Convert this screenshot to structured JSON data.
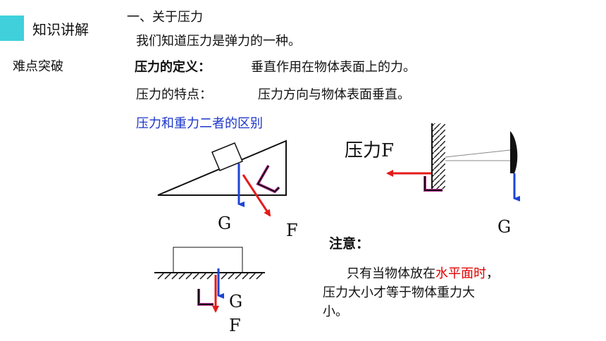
{
  "colors": {
    "accent": "#3fd0dc",
    "arrow_blue": "#1c44d6",
    "arrow_red": "#e51a1a",
    "bracket": "#c0309a",
    "text_blue": "#1a35c9",
    "text_red": "#e00000"
  },
  "header": {
    "section_label": "知识讲解",
    "side_label": "难点突破"
  },
  "content": {
    "heading": "一、关于压力",
    "line1": "我们知道压力是弹力的一种。",
    "definition_label": "压力的定义：",
    "definition_text": "垂直作用在物体表面上的力。",
    "feature_label": "压力的特点：",
    "feature_text": "压力方向与物体表面垂直。",
    "difference_title": "压力和重力二者的区别"
  },
  "diagrams": {
    "incline": {
      "g_label": "G",
      "f_label": "F"
    },
    "wall": {
      "force_label": "压力F",
      "g_label": "G"
    },
    "ground": {
      "g_label": "G",
      "f_label": "F"
    }
  },
  "note": {
    "title": "注意：",
    "line1_prefix": "只有当物体放在",
    "line1_highlight": "水平面时",
    "line1_suffix": "，",
    "line2": "压力大小才等于物体重力大",
    "line3": "小。"
  }
}
